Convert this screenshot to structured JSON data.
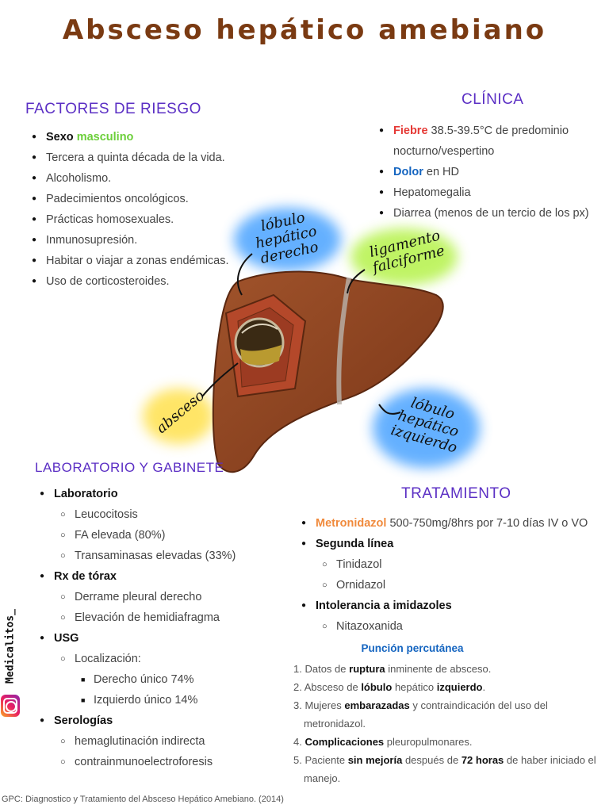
{
  "title": "Absceso hepático amebiano",
  "risk": {
    "heading": "FACTORES DE RIESGO",
    "item1_bold": "Sexo",
    "item1_colored": "masculino",
    "items": [
      "Tercera a quinta década de la vida.",
      "Alcoholismo.",
      "Padecimientos oncológicos.",
      "Prácticas homosexuales.",
      "Inmunosupresión.",
      "Habitar o viajar a zonas endémicas.",
      "Uso de corticosteroides."
    ]
  },
  "clinic": {
    "heading": "CLÍNICA",
    "fever_label": "Fiebre",
    "fever_text": "38.5-39.5°C de predominio",
    "fever_text2": "nocturno/vespertino",
    "pain_label": "Dolor",
    "pain_text": "en HD",
    "item3": "Hepatomegalia",
    "item4": "Diarrea (menos de un tercio de los px)"
  },
  "diagram": {
    "right_lobe": [
      "lóbulo",
      "hepático",
      "derecho"
    ],
    "ligament": [
      "ligamento",
      "falciforme"
    ],
    "abscess": "absceso",
    "left_lobe": [
      "lóbulo",
      "hepático",
      "izquierdo"
    ]
  },
  "lab": {
    "heading": "LABORATORIO Y GABINETE",
    "lab_label": "Laboratorio",
    "lab_items": [
      "Leucocitosis",
      "FA elevada (80%)",
      "Transaminasas elevadas (33%)"
    ],
    "rx_label": "Rx de tórax",
    "rx_items": [
      "Derrame pleural derecho",
      "Elevación de hemidiafragma"
    ],
    "usg_label": "USG",
    "usg_loc": "Localización:",
    "usg_sub": [
      "Derecho único 74%",
      "Izquierdo único 14%"
    ],
    "sero_label": "Serologías",
    "sero_items": [
      "hemaglutinación indirecta",
      "contrainmunoelectroforesis"
    ]
  },
  "treatment": {
    "heading": "TRATAMIENTO",
    "metro": "Metronidazol",
    "metro_text": "500-750mg/8hrs por 7-10 días IV o VO",
    "second_label": "Segunda línea",
    "second_items": [
      "Tinidazol",
      "Ornidazol"
    ],
    "intol_label": "Intolerancia a imidazoles",
    "intol_items": [
      "Nitazoxanida"
    ],
    "puncture_heading": "Punción percutánea",
    "p1_a": "Datos de",
    "p1_b": "ruptura",
    "p1_c": "inminente de absceso.",
    "p2_a": "Absceso de",
    "p2_b": "lóbulo",
    "p2_c": "hepático",
    "p2_d": "izquierdo",
    "p3_a": "Mujeres",
    "p3_b": "embarazadas",
    "p3_c": "y contraindicación del uso del",
    "p3_d": "metronidazol.",
    "p4_b": "Complicaciones",
    "p4_c": "pleuropulmonares.",
    "p5_a": "Paciente",
    "p5_b": "sin mejoría",
    "p5_c": "después de",
    "p5_d": "72 horas",
    "p5_e": "de haber iniciado el",
    "p5_f": "manejo."
  },
  "side_handle": "Medicalitos_",
  "footer": "GPC: Diagnostico y Tratamiento del Absceso Hepático Amebiano. (2014)",
  "colors": {
    "title": "#7a3a12",
    "heading": "#5b2fc4",
    "masculino": "#6ccf3a",
    "fiebre": "#e53935",
    "dolor": "#1565c0",
    "metronidazol": "#f08a3c",
    "puncture": "#1565c0"
  }
}
